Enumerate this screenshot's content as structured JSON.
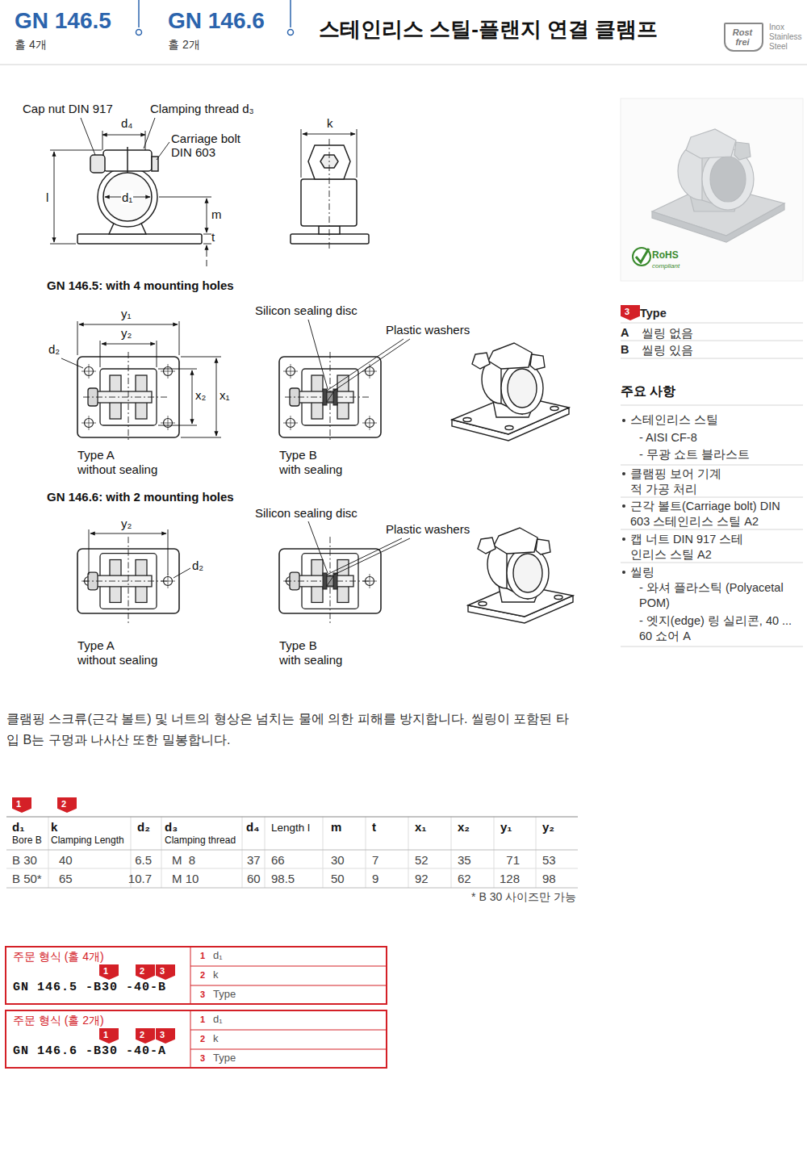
{
  "diagram": {
    "title": "스테인리스 스틸-플랜지 연결 클램프",
    "nodes": [
      {
        "text": [
          "Rost frei"
        ]
      },
      {
        "text": [
          "3"
        ]
      },
      {
        "text": [
          "1"
        ]
      },
      {
        "text": [
          "2"
        ]
      },
      {
        "text": [
          "주문 형식 (홀 4개)",
          "GN 146.5 -B30 -40-B",
          "1",
          "d₁",
          "2",
          "k",
          "3",
          "Type"
        ]
      },
      {
        "text": [
          "1"
        ],
        "in": 4
      },
      {
        "text": [
          "2"
        ],
        "in": 4
      },
      {
        "text": [
          "3"
        ],
        "in": 4
      },
      {
        "text": [
          "주문 형식 (홀 2개)",
          "GN 146.6 -B30 -40-A",
          "1",
          "d₁",
          "2",
          "k",
          "3",
          "Type"
        ]
      },
      {
        "text": [
          "1"
        ],
        "in": 8
      },
      {
        "text": [
          "2"
        ],
        "in": 8
      },
      {
        "text": [
          "3"
        ],
        "in": 8
      }
    ],
    "labels": [
      "GN 146.5",
      "홀 4개",
      "GN 146.6",
      "홀 2개",
      "Inox",
      "Stainless",
      "Steel",
      "Cap nut DIN 917",
      "Clamping thread d₃",
      "d₄",
      "Carriage bolt DIN 603",
      "d₁",
      "l",
      "m",
      "t",
      "k",
      "GN 146.5: with 4 mounting holes",
      "y₁",
      "y₂",
      "d₂",
      "x₂",
      "x₁",
      "Silicon sealing disc",
      "Plastic washers",
      "Type A",
      "without sealing",
      "Type B",
      "with sealing",
      "GN 146.6: with 2 mounting holes",
      "Silicon sealing disc",
      "Plastic washers",
      "y₂",
      "d₂",
      "Type A",
      "without sealing",
      "Type B",
      "with sealing",
      "RoHS",
      "compliant",
      "Type",
      "A",
      "씰링 없음",
      "B",
      "씰링 있음",
      "주요 사항",
      "스테인리스 스틸",
      "- AISI CF-8",
      "- 무광 쇼트 블라스트",
      "클램핑 보어 기계적 가공 처리",
      "근각 볼트(Carriage bolt) DIN 603 스테인리스 스틸 A2",
      "캡 너트 DIN 917 스테인리스 스틸 A2",
      "씰링",
      "- 와셔 플라스틱 (Polyacetal POM)",
      "- 엣지(edge) 링 실리콘, 40 ... 60 쇼어 A",
      "클램핑 스크류(근각 볼트) 및 너트의 형상은 넘치는 물에 의한 피해를 방지합니다. 씰링이 포함된 타입 B는 구멍과 나사산 또한 밀봉합니다.",
      "d₁",
      "Bore B",
      "k",
      "Clamping Length",
      "d₂",
      "d₃",
      "Clamping thread",
      "d₄",
      "Length l",
      "m",
      "t",
      "x₁",
      "x₂",
      "y₁",
      "y₂",
      "B 30",
      "40",
      "6.5",
      "M  8",
      "37",
      "66",
      "30",
      "7",
      "52",
      "35",
      "71",
      "53",
      "B 50*",
      "65",
      "10.7",
      "M 10",
      "60",
      "98.5",
      "50",
      "9",
      "92",
      "62",
      "128",
      "98",
      "* B 30 사이즈만 가능"
    ]
  }
}
